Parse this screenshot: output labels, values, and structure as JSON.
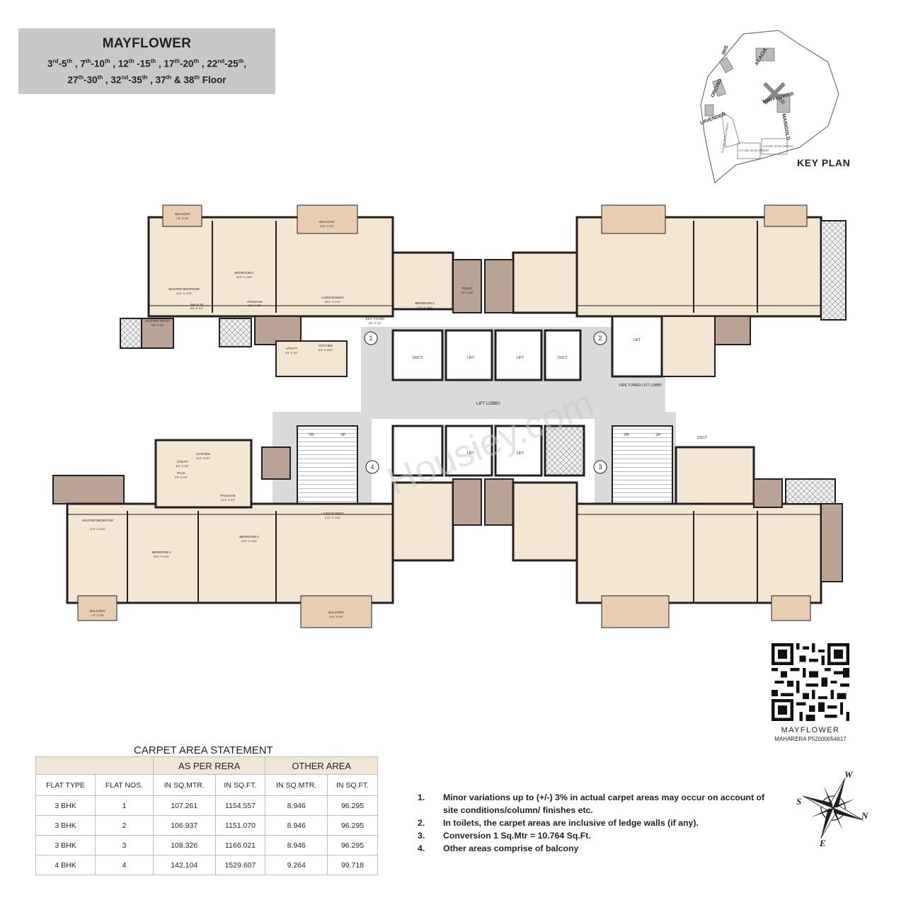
{
  "header": {
    "building_name": "MAYFLOWER",
    "floors_line1": [
      {
        "n": "3",
        "s": "rd"
      },
      {
        "t": "-5"
      },
      {
        "s2": "th"
      },
      {
        "t": " ,  7"
      },
      {
        "s": "th"
      },
      {
        "t": "-10"
      },
      {
        "s2": "th"
      },
      {
        "t": " ,  12"
      },
      {
        "s": "th"
      },
      {
        "t": " -15"
      },
      {
        "s2": "th"
      },
      {
        "t": " ,  17"
      },
      {
        "s": "th"
      },
      {
        "t": "-20"
      },
      {
        "s2": "th"
      },
      {
        "t": " ,  22"
      },
      {
        "s": "nd"
      },
      {
        "t": "-25"
      },
      {
        "s2": "th"
      },
      {
        "t": ","
      }
    ],
    "floors_line1_text": "3rd-5th , 7th-10th , 12th -15th , 17th-20th , 22nd-25th,",
    "floors_line2_text": "27th-30th , 32nd-35th , 37th & 38th Floor"
  },
  "key_plan": {
    "label": "KEY PLAN",
    "towers": [
      "IRIS",
      "ACACIA",
      "ORCHID",
      "MAYFLOWER",
      "LAVENDER",
      "MARIGOLD"
    ],
    "future_labels": [
      "FUTURE DEVELOPMENT",
      "FUTURE DEVELOPMENT",
      "FUTURE DEVELOPMENT"
    ]
  },
  "plan": {
    "watermark": "Housiey.com",
    "flat_markers": [
      "1",
      "2",
      "3",
      "4"
    ],
    "core_labels": {
      "lift_lobby": "LIFT LOBBY",
      "fire_tower_lobby": "FIRE TOWER LIFT LOBBY",
      "lift": "LIFT",
      "duct": "DUCT",
      "up": "UP",
      "dn": "DN"
    },
    "rooms_top": [
      {
        "name": "BALCONY",
        "dim": "7'8\" X 4'9\""
      },
      {
        "name": "BALCONY",
        "dim": "13'0\" X 5'0\""
      },
      {
        "name": "BEDROOM-1",
        "dim": "11'0\" X 13'0\""
      },
      {
        "name": "MASTER BEDROOM",
        "dim": "11'0\" X 13'0\""
      },
      {
        "name": "PASSAGE",
        "dim": "8'0\" X 3'3\""
      },
      {
        "name": "LIVING/DINING",
        "dim": "20'0\" X 14'3\""
      },
      {
        "name": "BEDROOM-2",
        "dim": "11'0\" X 14'0\""
      },
      {
        "name": "ENT. FOYER",
        "dim": "5'6\" X 5'3\""
      },
      {
        "name": "KITCHEN",
        "dim": "8'0\" X 10'0\""
      },
      {
        "name": "UTILITY",
        "dim": "4'9\" X 4'0\""
      },
      {
        "name": "TOILET",
        "dim": "5'0\" X 8'0\""
      },
      {
        "name": "MASTER TOILET",
        "dim": "8'0\" X 5'0\""
      },
      {
        "name": "WALK-IN",
        "dim": "5'6\" X 3'3\""
      }
    ],
    "rooms_bottom": [
      {
        "name": "BALCONY",
        "dim": "13'0\" X 5'0\""
      },
      {
        "name": "BALCONY",
        "dim": "7'0\" X 5'9\""
      },
      {
        "name": "MASTER BEDROOM",
        "dim": "11'0\" X 13'0\""
      },
      {
        "name": "BEDROOM-1",
        "dim": "11'0\" X 14'0\""
      },
      {
        "name": "BEDROOM-3",
        "dim": "10'0\" X 14'0\""
      },
      {
        "name": "LIVING/DINING",
        "dim": "21'0\" X 15'9\""
      },
      {
        "name": "KITCHEN",
        "dim": "10'0\" X 8'0\""
      },
      {
        "name": "PUJA",
        "dim": "3'9\" X 4'0\""
      },
      {
        "name": "PASSAGE",
        "dim": "20'1\" X 3'3\""
      },
      {
        "name": "UTILITY",
        "dim": "6'0\" X 5'6\""
      }
    ]
  },
  "qr": {
    "caption": "MAYFLOWER",
    "rera": "MAHARERA P52000054617"
  },
  "carpet_table": {
    "title": "CARPET AREA STATEMENT",
    "group_headers": [
      "AS PER RERA",
      "OTHER AREA"
    ],
    "columns": [
      "FLAT TYPE",
      "FLAT NOS.",
      "IN SQ.MTR.",
      "IN SQ.FT.",
      "IN SQ.MTR.",
      "IN SQ.FT."
    ],
    "rows": [
      [
        "3 BHK",
        "1",
        "107.261",
        "1154.557",
        "8.946",
        "96.295"
      ],
      [
        "3 BHK",
        "2",
        "106.937",
        "1151.070",
        "8.946",
        "96.295"
      ],
      [
        "3 BHK",
        "3",
        "108.326",
        "1166.021",
        "8.946",
        "96.295"
      ],
      [
        "4 BHK",
        "4",
        "142.104",
        "1529.607",
        "9.264",
        "99.718"
      ]
    ]
  },
  "notes": [
    {
      "num": "1.",
      "text": "Minor variations up to (+/-) 3% in actual carpet areas may occur on account of",
      "text2": "site conditions/column/ finishes etc."
    },
    {
      "num": "2.",
      "text": "In toilets, the carpet areas are inclusive of ledge walls (if any)."
    },
    {
      "num": "3.",
      "text": "Conversion 1 Sq.Mtr = 10.764 Sq.Ft."
    },
    {
      "num": "4.",
      "text": "Other areas comprise of balcony"
    }
  ],
  "compass": {
    "n": "N",
    "s": "S",
    "e": "E",
    "w": "W"
  },
  "colors": {
    "floor": "#f3e6d2",
    "balcony": "#e7cdb1",
    "wall": "#231f20",
    "lobby": "#dadada",
    "toilet": "#b9a394",
    "title_box": "#c8c8c8"
  }
}
